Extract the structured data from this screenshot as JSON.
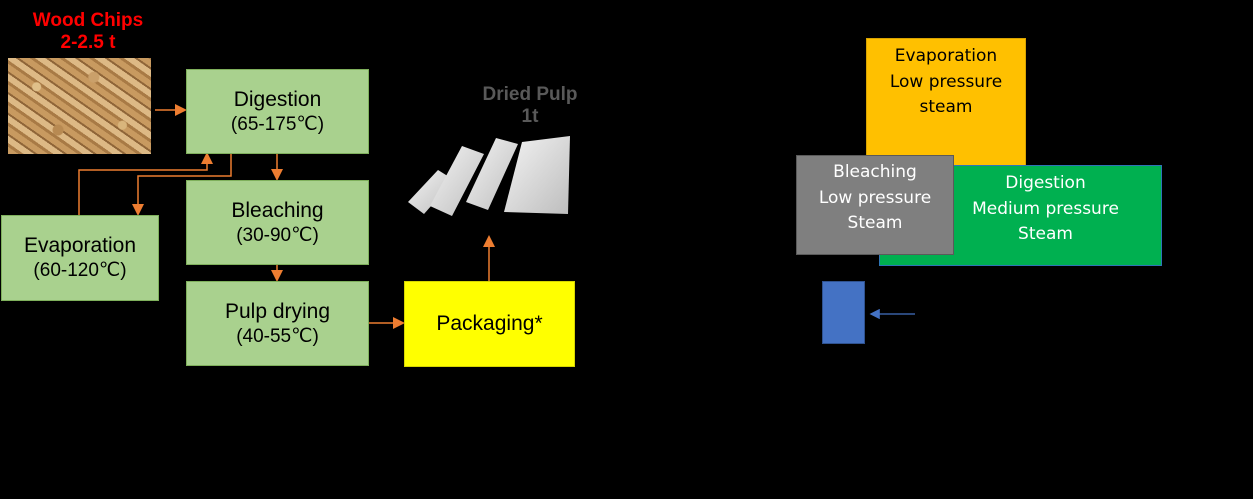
{
  "left_diagram": {
    "wood_chips": {
      "title": "Wood Chips",
      "amount": "2-2.5 t"
    },
    "dried_pulp": {
      "title": "Dried Pulp",
      "amount": "1t"
    },
    "digestion": {
      "title": "Digestion",
      "temp": "(65-175℃)"
    },
    "bleaching": {
      "title": "Bleaching",
      "temp": "(30-90℃)"
    },
    "pulp_drying": {
      "title": "Pulp drying",
      "temp": "(40-55℃)"
    },
    "evaporation": {
      "title": "Evaporation",
      "temp": "(60-120℃)"
    },
    "packaging": {
      "title": "Packaging*"
    }
  },
  "right_diagram": {
    "evaporation": {
      "line1": "Evaporation",
      "line2": "Low pressure",
      "line3": "steam"
    },
    "bleaching": {
      "line1": "Bleaching",
      "line2": "Low pressure",
      "line3": "Steam"
    },
    "digestion": {
      "line1": "Digestion",
      "line2": "Medium pressure",
      "line3": "Steam"
    }
  },
  "colors": {
    "green_box": "#a9d18e",
    "packaging": "#ffff00",
    "arrow": "#ed7d31",
    "evaporation_block": "#ffc000",
    "digestion_block": "#00b050",
    "bleaching_block": "#7f7f7f",
    "small_block": "#4472c4"
  }
}
